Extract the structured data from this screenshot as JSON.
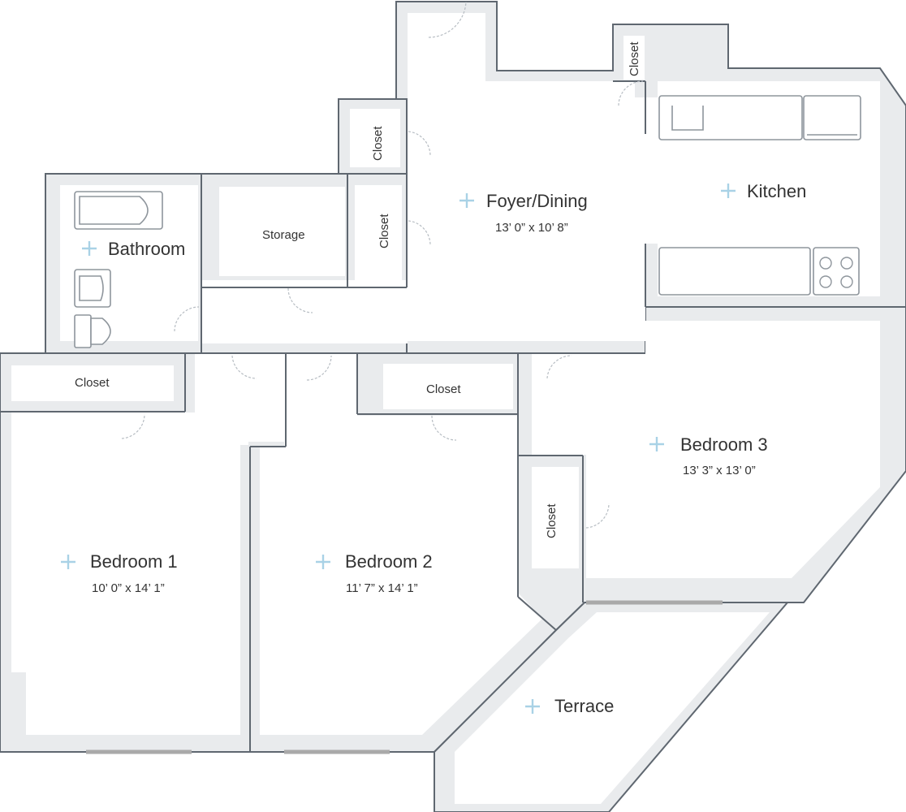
{
  "rooms": {
    "foyer": {
      "name": "Foyer/Dining",
      "dims": "13’ 0” x 10’ 8”"
    },
    "kitchen": {
      "name": "Kitchen"
    },
    "bathroom": {
      "name": "Bathroom"
    },
    "storage": {
      "name": "Storage"
    },
    "bedroom1": {
      "name": "Bedroom 1",
      "dims": "10’ 0” x 14’ 1”"
    },
    "bedroom2": {
      "name": "Bedroom 2",
      "dims": "11’ 7” x 14’ 1”"
    },
    "bedroom3": {
      "name": "Bedroom 3",
      "dims": "13’ 3” x 13’ 0”"
    },
    "terrace": {
      "name": "Terrace"
    }
  },
  "closets": {
    "entry": "Closet",
    "foyer_upper": "Closet",
    "foyer_lower": "Closet",
    "bedroom1": "Closet",
    "bedroom2": "Closet",
    "bedroom3": "Closet"
  },
  "colors": {
    "wall_fill": "#e9ebed",
    "wall_stroke": "#5f6770",
    "marker": "#a9d2e6",
    "window": "#a9a9a9"
  }
}
